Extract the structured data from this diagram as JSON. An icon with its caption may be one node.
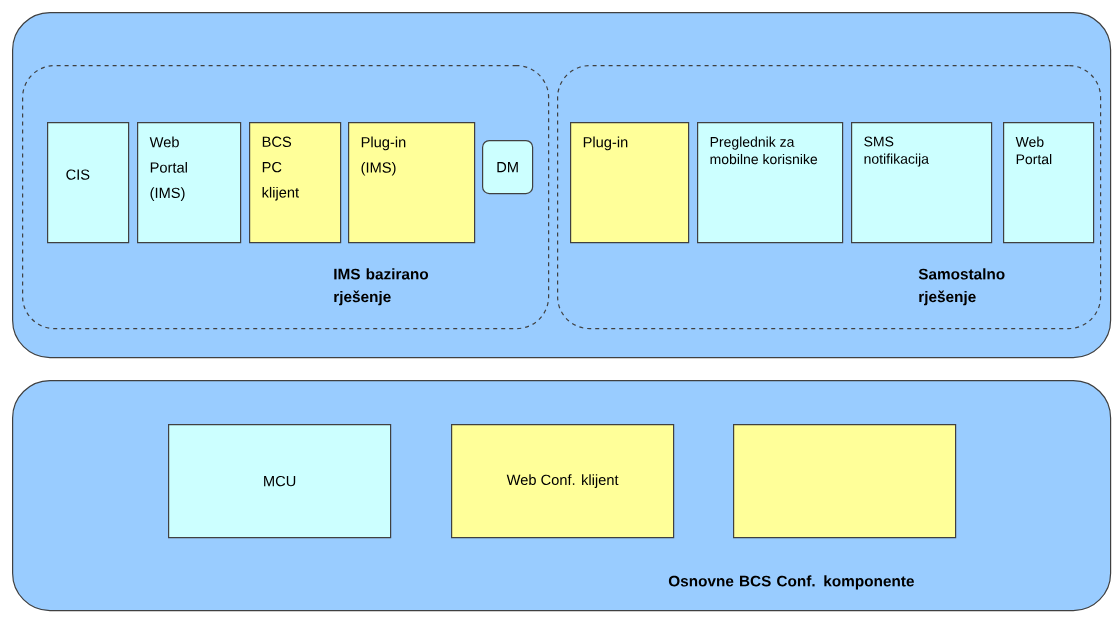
{
  "diagram": {
    "nodes": [
      {
        "text": [],
        "shape": "box"
      },
      {
        "text": [
          "IMS bazirano rješenje"
        ],
        "in": 0
      },
      {
        "text": [
          "CIS"
        ],
        "in": 1
      },
      {
        "text": [
          "Web Portal (IMS)"
        ],
        "in": 1
      },
      {
        "text": [
          "BCS PC klijent"
        ],
        "in": 1
      },
      {
        "text": [
          "Plug-in (IMS)"
        ],
        "in": 1
      },
      {
        "text": [
          "DM"
        ],
        "in": 1
      },
      {
        "text": [
          "Samostalno rješenje"
        ],
        "in": 0
      },
      {
        "text": [
          "Plug-in"
        ],
        "in": 7
      },
      {
        "text": [
          "Preglednik za mobilne korisnike"
        ],
        "in": 7
      },
      {
        "text": [
          "SMS notifikacija"
        ],
        "in": 7
      },
      {
        "text": [
          "Web Portal"
        ],
        "in": 7
      },
      {
        "text": [
          "Osnovne BCS Conf. komponente"
        ]
      },
      {
        "text": [
          "MCU"
        ],
        "in": 12
      },
      {
        "text": [
          "Web Conf. klijent"
        ],
        "in": 12
      },
      {
        "text": [],
        "shape": "box",
        "in": 12
      }
    ]
  }
}
